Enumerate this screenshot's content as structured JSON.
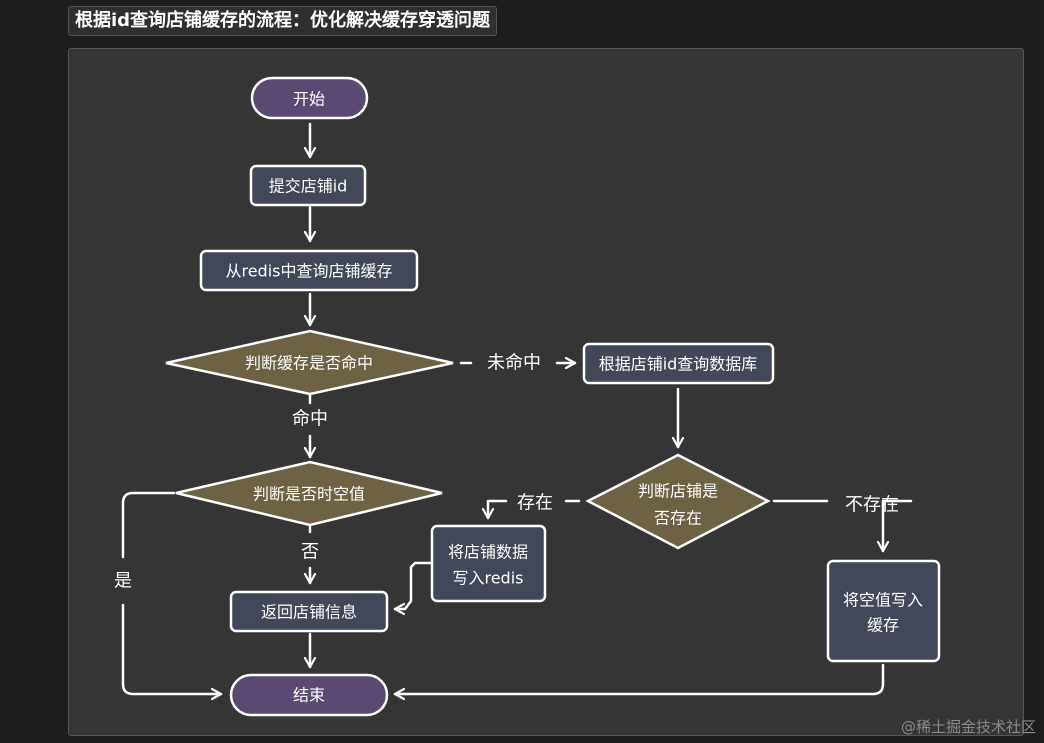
{
  "title": "根据id查询店铺缓存的流程：优化解决缓存穿透问题",
  "nodes": {
    "start": "开始",
    "submit_id": "提交店铺id",
    "query_redis": "从redis中查询店铺缓存",
    "check_hit": "判断缓存是否命中",
    "query_db": "根据店铺id查询数据库",
    "check_exists_line1": "判断店铺是",
    "check_exists_line2": "否存在",
    "check_null": "判断是否时空值",
    "write_redis_line1": "将店铺数据",
    "write_redis_line2": "写入redis",
    "write_null_line1": "将空值写入",
    "write_null_line2": "缓存",
    "return_info": "返回店铺信息",
    "end": "结束"
  },
  "edges": {
    "miss": "未命中",
    "hit": "命中",
    "exists": "存在",
    "not_exists": "不存在",
    "no": "否",
    "yes": "是"
  },
  "colors": {
    "terminal_fill": "#5a4a72",
    "process_fill": "#424858",
    "decision_fill": "#6e6245",
    "stroke": "#ffffff",
    "panel": "#353535",
    "background": "#1e1e1e"
  },
  "watermark": "@稀土掘金技术社区"
}
